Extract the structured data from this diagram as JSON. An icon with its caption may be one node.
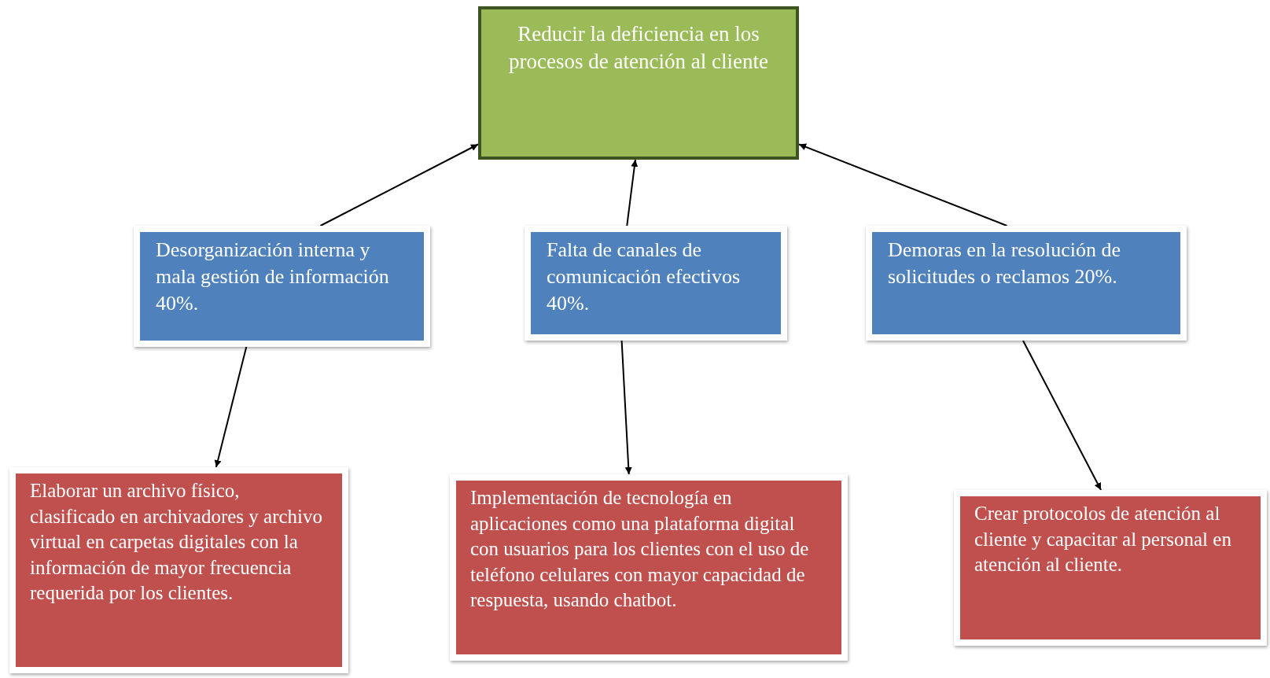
{
  "diagram": {
    "nodes": [
      {
        "text": [
          "Reducir la deficiencia en los procesos de atención al cliente"
        ]
      },
      {
        "text": [
          "Desorganización interna y mala gestión de información 40%."
        ]
      },
      {
        "text": [
          "Falta de canales de comunicación efectivos 40%."
        ]
      },
      {
        "text": [
          "Demoras en la resolución de solicitudes o reclamos 20%."
        ]
      },
      {
        "text": [
          "Elaborar un archivo físico, clasificado en archivadores y archivo virtual en carpetas digitales con la información de mayor frecuencia requerida por los clientes."
        ]
      },
      {
        "text": [
          "Implementación de tecnología en aplicaciones como una plataforma digital con usuarios para los clientes con el uso de teléfono celulares con mayor capacidad de respuesta, usando chatbot."
        ]
      },
      {
        "text": [
          "Crear protocolos de atención al cliente y capacitar al personal en atención al cliente."
        ]
      }
    ],
    "edges": [
      {
        "from": 1,
        "to": 0,
        "arrow": "to"
      },
      {
        "from": 2,
        "to": 0,
        "arrow": "to"
      },
      {
        "from": 3,
        "to": 0,
        "arrow": "to"
      },
      {
        "from": 1,
        "to": 4,
        "arrow": "to"
      },
      {
        "from": 2,
        "to": 5,
        "arrow": "to"
      },
      {
        "from": 3,
        "to": 6,
        "arrow": "to"
      }
    ]
  }
}
